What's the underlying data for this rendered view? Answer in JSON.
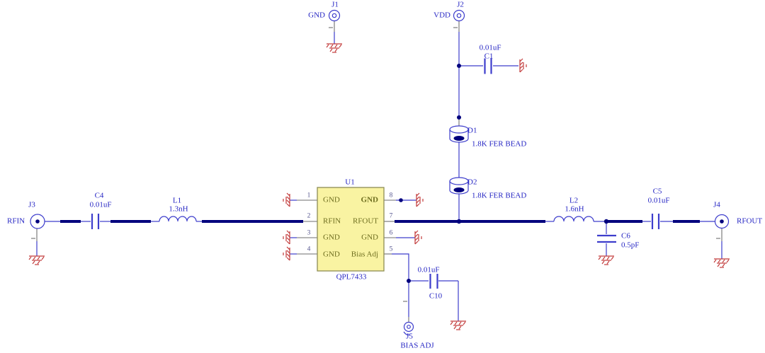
{
  "diagram": {
    "connectors": {
      "j1": {
        "ref": "J1",
        "label": "GND"
      },
      "j2": {
        "ref": "J2",
        "label": "VDD"
      },
      "j3": {
        "ref": "J3",
        "label": "RFIN"
      },
      "j4": {
        "ref": "J4",
        "label": "RFOUT"
      },
      "j5": {
        "ref": "J5",
        "label": "BIAS ADJ"
      }
    },
    "capacitors": {
      "c1": {
        "ref": "C1",
        "value": "0.01uF"
      },
      "c4": {
        "ref": "C4",
        "value": "0.01uF"
      },
      "c5": {
        "ref": "C5",
        "value": "0.01uF"
      },
      "c6": {
        "ref": "C6",
        "value": "0.5pF"
      },
      "c10": {
        "ref": "C10",
        "value": "0.01uF"
      }
    },
    "inductors": {
      "l1": {
        "ref": "L1",
        "value": "1.3nH"
      },
      "l2": {
        "ref": "L2",
        "value": "1.6nH"
      }
    },
    "ferrite_beads": {
      "d1": {
        "ref": "D1",
        "value": "1.8K FER BEAD"
      },
      "d2": {
        "ref": "D2",
        "value": "1.8K FER BEAD"
      }
    },
    "ic": {
      "ref": "U1",
      "part": "QPL7433",
      "pins": {
        "p1": {
          "num": "1",
          "name": "GND"
        },
        "p2": {
          "num": "2",
          "name": "RFIN"
        },
        "p3": {
          "num": "3",
          "name": "GND"
        },
        "p4": {
          "num": "4",
          "name": "GND"
        },
        "p5": {
          "num": "5",
          "name": "Bias Adj"
        },
        "p6": {
          "num": "6",
          "name": "GND"
        },
        "p7": {
          "num": "7",
          "name": "RFOUT"
        },
        "p8": {
          "num": "8",
          "name": "GND"
        }
      }
    },
    "colors": {
      "wire": "#3d3dcc",
      "rf_trace": "#00007d",
      "ground": "#c23a3a",
      "ic_fill": "#f9f3a2",
      "ic_border": "#8d8d55",
      "ic_text": "#6e6e1f",
      "label": "#2727c4",
      "pin": "#6e6e6e",
      "pin_num": "#54548e"
    }
  }
}
